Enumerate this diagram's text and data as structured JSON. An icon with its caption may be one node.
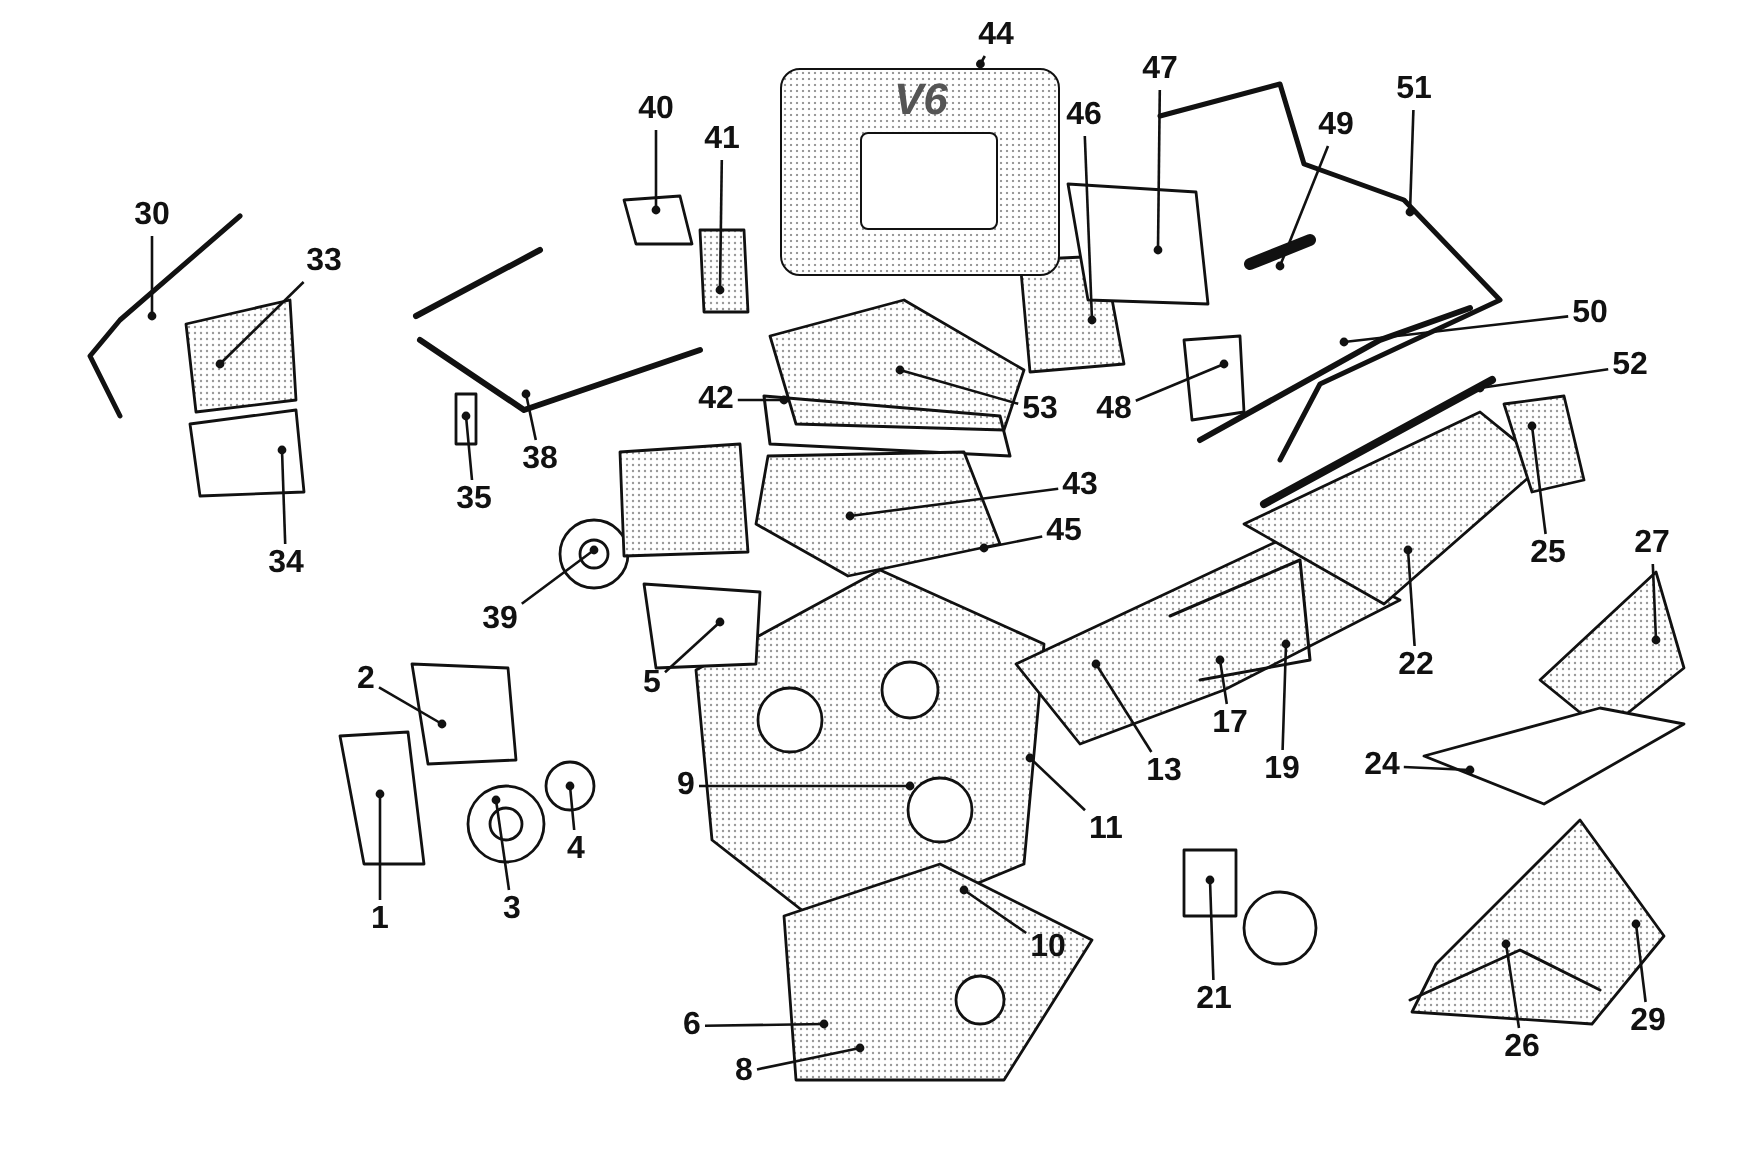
{
  "diagram": {
    "nodes": [
      {
        "text": [
          "1"
        ]
      },
      {
        "text": [
          "2"
        ]
      },
      {
        "text": [
          "3"
        ]
      },
      {
        "text": [
          "4"
        ]
      },
      {
        "text": [
          "5"
        ]
      },
      {
        "text": [
          "6"
        ]
      },
      {
        "text": [
          "8"
        ]
      },
      {
        "text": [
          "9"
        ]
      },
      {
        "text": [
          "10"
        ]
      },
      {
        "text": [
          "11"
        ]
      },
      {
        "text": [
          "13"
        ]
      },
      {
        "text": [
          "17"
        ]
      },
      {
        "text": [
          "19"
        ]
      },
      {
        "text": [
          "21"
        ]
      },
      {
        "text": [
          "22"
        ]
      },
      {
        "text": [
          "24"
        ]
      },
      {
        "text": [
          "25"
        ]
      },
      {
        "text": [
          "26"
        ]
      },
      {
        "text": [
          "27"
        ]
      },
      {
        "text": [
          "29"
        ]
      },
      {
        "text": [
          "30"
        ]
      },
      {
        "text": [
          "33"
        ]
      },
      {
        "text": [
          "34"
        ]
      },
      {
        "text": [
          "35"
        ]
      },
      {
        "text": [
          "38"
        ]
      },
      {
        "text": [
          "39"
        ]
      },
      {
        "text": [
          "40"
        ]
      },
      {
        "text": [
          "41"
        ]
      },
      {
        "text": [
          "42"
        ]
      },
      {
        "text": [
          "43"
        ]
      },
      {
        "text": [
          "44"
        ]
      },
      {
        "text": [
          "45"
        ]
      },
      {
        "text": [
          "46"
        ]
      },
      {
        "text": [
          "47"
        ]
      },
      {
        "text": [
          "48"
        ]
      },
      {
        "text": [
          "49"
        ]
      },
      {
        "text": [
          "50"
        ]
      },
      {
        "text": [
          "51"
        ]
      },
      {
        "text": [
          "52"
        ]
      },
      {
        "text": [
          "53"
        ]
      },
      {
        "text": [
          "V6"
        ]
      }
    ],
    "edges": [
      {
        "from": 0,
        "to": null,
        "arrow": "other"
      },
      {
        "from": 1,
        "to": null,
        "arrow": "other"
      },
      {
        "from": 2,
        "to": null,
        "arrow": "other"
      },
      {
        "from": 3,
        "to": null,
        "arrow": "other"
      },
      {
        "from": 4,
        "to": null,
        "arrow": "other"
      },
      {
        "from": 5,
        "to": null,
        "arrow": "other"
      },
      {
        "from": 6,
        "to": null,
        "arrow": "other"
      },
      {
        "from": 7,
        "to": null,
        "arrow": "other"
      },
      {
        "from": 8,
        "to": null,
        "arrow": "other"
      },
      {
        "from": 9,
        "to": null,
        "arrow": "other"
      },
      {
        "from": 10,
        "to": null,
        "arrow": "other"
      },
      {
        "from": 11,
        "to": null,
        "arrow": "other"
      },
      {
        "from": 12,
        "to": null,
        "arrow": "other"
      },
      {
        "from": 13,
        "to": null,
        "arrow": "other"
      },
      {
        "from": 14,
        "to": null,
        "arrow": "other"
      },
      {
        "from": 15,
        "to": null,
        "arrow": "other"
      },
      {
        "from": 16,
        "to": null,
        "arrow": "other"
      },
      {
        "from": 17,
        "to": null,
        "arrow": "other"
      },
      {
        "from": 18,
        "to": null,
        "arrow": "other"
      },
      {
        "from": 19,
        "to": null,
        "arrow": "other"
      },
      {
        "from": 20,
        "to": null,
        "arrow": "other"
      },
      {
        "from": 21,
        "to": null,
        "arrow": "other"
      },
      {
        "from": 22,
        "to": null,
        "arrow": "other"
      },
      {
        "from": 23,
        "to": null,
        "arrow": "other"
      },
      {
        "from": 24,
        "to": null,
        "arrow": "other"
      },
      {
        "from": 25,
        "to": null,
        "arrow": "other"
      },
      {
        "from": 26,
        "to": null,
        "arrow": "other"
      },
      {
        "from": 27,
        "to": null,
        "arrow": "other"
      },
      {
        "from": 28,
        "to": null,
        "arrow": "other"
      },
      {
        "from": 29,
        "to": null,
        "arrow": "other"
      },
      {
        "from": 30,
        "to": 40,
        "arrow": "other"
      },
      {
        "from": 31,
        "to": null,
        "arrow": "other"
      },
      {
        "from": 32,
        "to": null,
        "arrow": "other"
      },
      {
        "from": 33,
        "to": null,
        "arrow": "other"
      },
      {
        "from": 34,
        "to": null,
        "arrow": "other"
      },
      {
        "from": 35,
        "to": null,
        "arrow": "other"
      },
      {
        "from": 36,
        "to": null,
        "arrow": "other"
      },
      {
        "from": 37,
        "to": null,
        "arrow": "other"
      },
      {
        "from": 38,
        "to": null,
        "arrow": "other"
      },
      {
        "from": 39,
        "to": null,
        "arrow": "other"
      }
    ]
  }
}
